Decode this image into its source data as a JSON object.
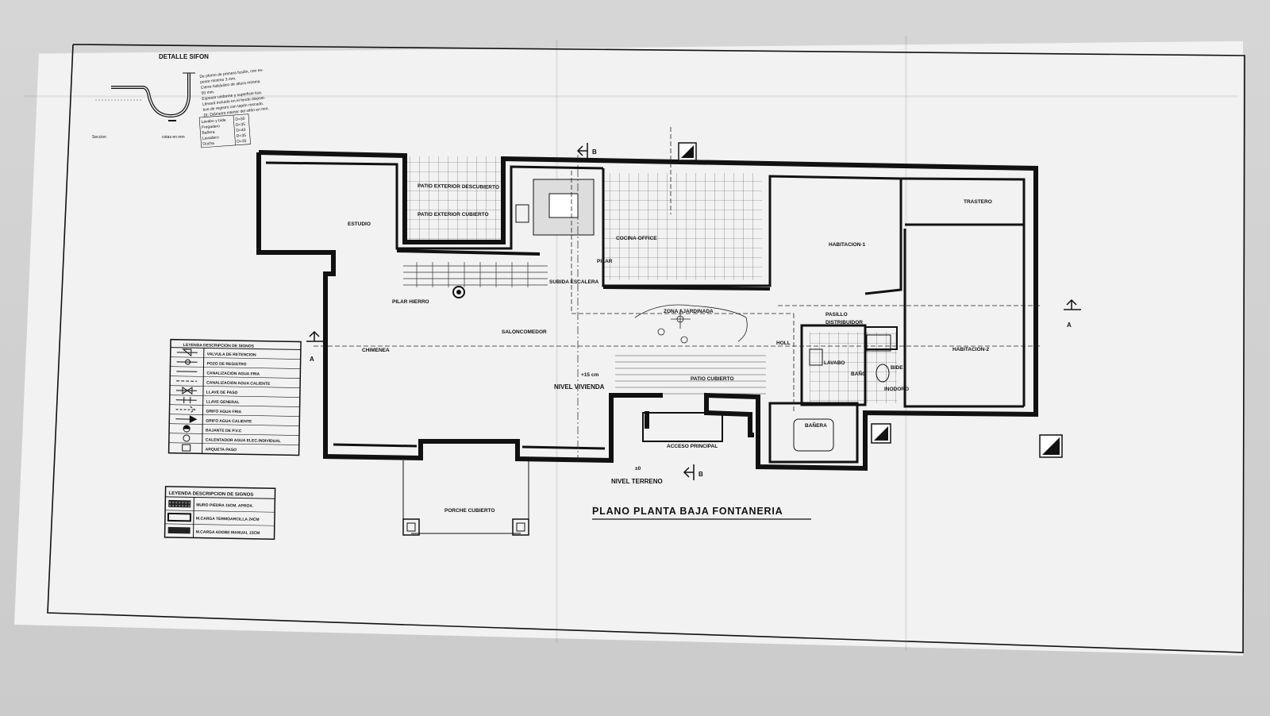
{
  "sifon": {
    "title": "DETALLE SIFON",
    "note1": "De plomo de primera fusión, con es-",
    "note2": "pesor mínimo 3 mm.",
    "note3": "Cierre hidráulico de altura mínima",
    "note4": "50 mm.",
    "note5": "Espesor uniforme y superficie lisa.",
    "note6": "Llevará incluido en el fondo disposi-",
    "note7": "tivo de registro con tapón roscado.",
    "note8": "Dt: Diámetro interior del sifón en mm.",
    "section": "Seccion",
    "cotas": "cotas en mm",
    "table": [
      {
        "item": "Lavabo y bide",
        "dim": "D=30"
      },
      {
        "item": "Fregadero",
        "dim": "D=35"
      },
      {
        "item": "Bañera",
        "dim": "D=40"
      },
      {
        "item": "Lavadero",
        "dim": "D=35"
      },
      {
        "item": "Ducha",
        "dim": "D=35"
      }
    ]
  },
  "rooms": {
    "estudio": "ESTUDIO",
    "patio_descubierto": "PATIO EXTERIOR DESCUBIERTO",
    "patio_cubierto": "PATIO EXTERIOR CUBIERTO",
    "cocina": "COCINA-OFFICE",
    "pilar": "PILAR",
    "subida": "SUBIDA ESCALERA",
    "pilar_hierro": "PILAR HIERRO",
    "zona": "ZONA AJARDINADA",
    "pasillo": "PASILLO",
    "distribuidor": "DISTRIBUIDOR",
    "holl": "HOLL",
    "saloncomedor": "SALONCOMEDOR",
    "chimenea": "CHIMENEA",
    "nivel_vivienda": "NIVEL VIVIENDA",
    "nivel_vivienda_val": "+15 cm",
    "patio_cubierto2": "PATIO CUBIERTO",
    "acceso": "ACCESO PRINCIPAL",
    "nivel_terreno": "NIVEL TERRENO",
    "nivel_terreno_val": "±0",
    "porche": "PORCHE CUBIERTO",
    "trastero": "TRASTERO",
    "hab1": "HABITACION-1",
    "hab2": "HABITACION-2",
    "lavabo": "LAVABO",
    "bano": "BAÑO",
    "bide": "BIDE",
    "inodoro": "INODORO",
    "banera": "BAÑERA"
  },
  "sections": {
    "a": "A",
    "b": "B"
  },
  "plan_title": "PLANO PLANTA BAJA FONTANERIA",
  "legend1": {
    "header": "LEYENDA DESCRIPCION DE SIGNOS",
    "items": [
      "VALVULA DE RETENCION",
      "POZO DE REGISTRO",
      "CANALIZACION AGUA FRIA",
      "CANALIZACION AGUA CALIENTE",
      "LLAVE DE PASO",
      "LLAVE GENERAL",
      "GRIFO AGUA FRIA",
      "GRIFO AGUA CALIENTE",
      "BAJANTE DE P.V.C",
      "CALENTADOR AGUA ELEC.INDIVIDUAL",
      "ARQUETA PASO"
    ]
  },
  "legend2": {
    "header": "LEYENDA DESCRIPCION DE SIGNOS",
    "items": [
      "MURO PIEDRA 15CM. APROX.",
      "M.CARGA TERMOARCILLA 24CM",
      "M.CARGA ADOBE MANUAL 15CM"
    ]
  }
}
